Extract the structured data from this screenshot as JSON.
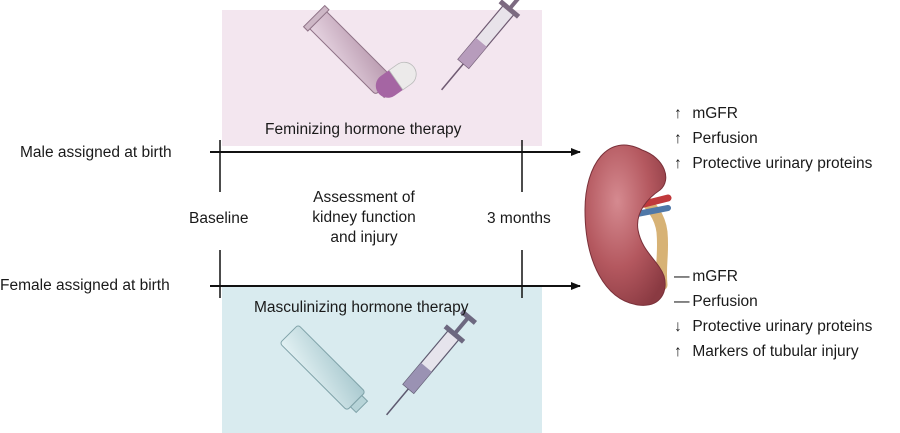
{
  "feminizing": {
    "therapy_label": "Feminizing hormone therapy",
    "group_label": "Male assigned at birth",
    "effects": [
      {
        "sym": "↑",
        "text": "mGFR"
      },
      {
        "sym": "↑",
        "text": "Perfusion"
      },
      {
        "sym": "↑",
        "text": "Protective urinary proteins"
      }
    ],
    "panel_color": "#f3e6ef"
  },
  "masculinizing": {
    "therapy_label": "Masculinizing hormone therapy",
    "group_label": "Female assigned at birth",
    "effects": [
      {
        "sym": "—",
        "text": "mGFR"
      },
      {
        "sym": "—",
        "text": "Perfusion"
      },
      {
        "sym": "↓",
        "text": "Protective urinary proteins"
      },
      {
        "sym": "↑",
        "text": "Markers of tubular injury"
      }
    ],
    "panel_color": "#d9ebef"
  },
  "timeline": {
    "baseline": "Baseline",
    "assessment_lines": [
      "Assessment of",
      "kidney function",
      "and injury"
    ],
    "end": "3 months"
  },
  "icons": [
    "tube-icon",
    "pill-capsule-icon",
    "syringe-icon",
    "kidney-icon"
  ]
}
